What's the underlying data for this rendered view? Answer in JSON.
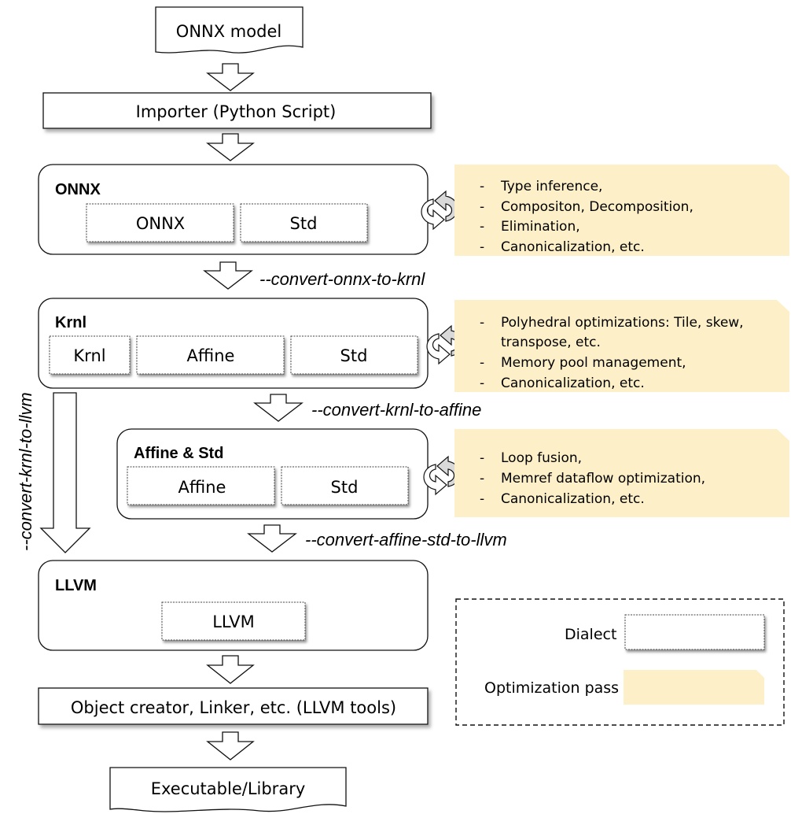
{
  "top_doc": {
    "label": "ONNX model"
  },
  "importer": {
    "label": "Importer (Python Script)"
  },
  "onnx_stage": {
    "title": "ONNX",
    "dialects": [
      "ONNX",
      "Std"
    ],
    "optimizations": [
      "Type inference,",
      "Compositon, Decomposition,",
      "Elimination,",
      "Canonicalization, etc."
    ]
  },
  "pass_onnx_to_krnl": "--convert-onnx-to-krnl",
  "krnl_stage": {
    "title": "Krnl",
    "dialects": [
      "Krnl",
      "Affine",
      "Std"
    ],
    "optimizations": [
      "Polyhedral optimizations: Tile, skew,",
      "transpose, etc.",
      "Memory pool management,",
      "Canonicalization, etc."
    ]
  },
  "pass_krnl_to_llvm": "--convert-krnl-to-llvm",
  "pass_krnl_to_affine": "--convert-krnl-to-affine",
  "affine_stage": {
    "title": "Affine & Std",
    "dialects": [
      "Affine",
      "Std"
    ],
    "optimizations": [
      "Loop fusion,",
      "Memref dataflow optimization,",
      "Canonicalization, etc."
    ]
  },
  "pass_affine_std_to_llvm": "--convert-affine-std-to-llvm",
  "llvm_stage": {
    "title": "LLVM",
    "dialects": [
      "LLVM"
    ]
  },
  "tools": {
    "label": "Object creator, Linker, etc. (LLVM tools)"
  },
  "bottom_doc": {
    "label": "Executable/Library"
  },
  "legend": {
    "dialect_label": "Dialect",
    "optimization_label": "Optimization pass"
  },
  "colors": {
    "optimization_fill": "#fdefc8",
    "stroke": "#111111",
    "shadow": "#8a8a8a",
    "cycle_fill": "#d9d9d9"
  }
}
